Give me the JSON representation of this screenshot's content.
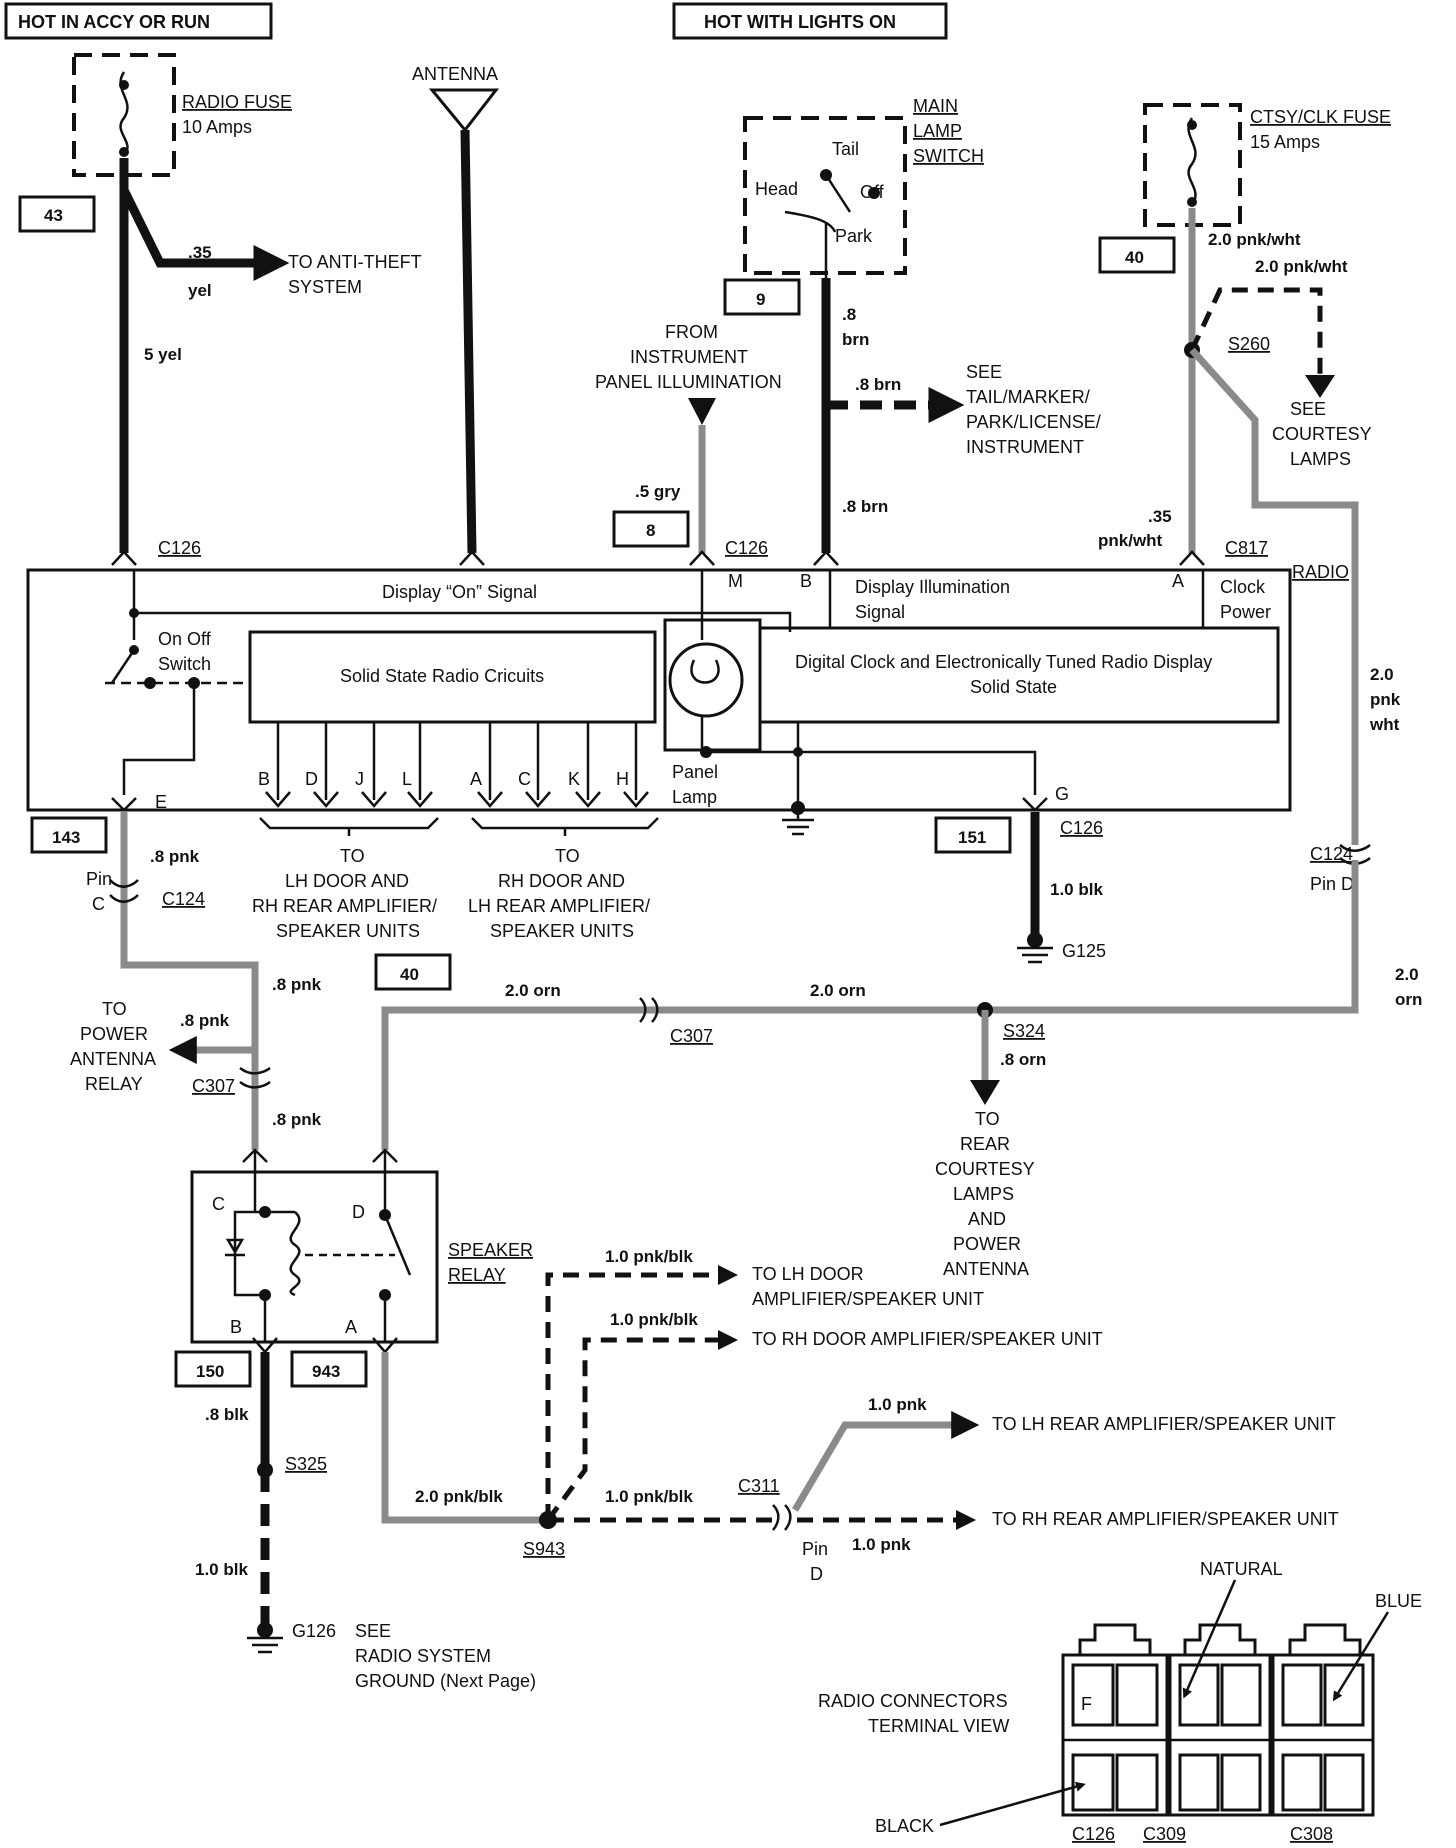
{
  "headers": {
    "hot_accy_run": "HOT IN ACCY OR RUN",
    "hot_lights_on": "HOT WITH LIGHTS ON"
  },
  "radio_fuse": {
    "name": "RADIO FUSE",
    "rating": "10 Amps"
  },
  "ctsy_fuse": {
    "name": "CTSY/CLK FUSE",
    "rating": "15 Amps"
  },
  "main_lamp_switch": {
    "line1": "MAIN",
    "line2": "LAMP",
    "line3": "SWITCH",
    "tail": "Tail",
    "head": "Head",
    "off": "Off",
    "park": "Park"
  },
  "antenna": "ANTENNA",
  "radio_label": "RADIO",
  "boxes": {
    "b43": "43",
    "b40a": "40",
    "b9": "9",
    "b8": "8",
    "b143": "143",
    "b151": "151",
    "b40b": "40",
    "b150": "150",
    "b943": "943"
  },
  "wires": {
    "w35yel_gauge": ".35",
    "w35yel_color": "yel",
    "w5yel": "5 yel",
    "w8brn_a_gauge": ".8",
    "w8brn_a_color": "brn",
    "w8brn_b": ".8 brn",
    "w8brn_c": ".8 brn",
    "w5gry": ".5 gry",
    "w20pnkwht_a": "2.0 pnk/wht",
    "w20pnkwht_b": "2.0 pnk/wht",
    "w35pnkwht_gauge": ".35",
    "w35pnkwht_color": "pnk/wht",
    "w20pnkwht_c1": "2.0",
    "w20pnkwht_c2": "pnk",
    "w20pnkwht_c3": "wht",
    "w8pnk_a": ".8 pnk",
    "w10blk_a": "1.0 blk",
    "w8pnk_b": ".8 pnk",
    "w8pnk_c": ".8 pnk",
    "w8pnk_d": ".8 pnk",
    "w20orn_a": "2.0 orn",
    "w20orn_b": "2.0 orn",
    "w20orn_c1": "2.0",
    "w20orn_c2": "orn",
    "w8orn": ".8 orn",
    "w10pnkblk_a": "1.0 pnk/blk",
    "w10pnkblk_b": "1.0 pnk/blk",
    "w10pnk_a": "1.0 pnk",
    "w10pnk_b": "1.0 pnk",
    "w20pnkblk": "2.0 pnk/blk",
    "w10pnkblk_c": "1.0 pnk/blk",
    "w8blk": ".8 blk",
    "w10blk_b": "1.0 blk"
  },
  "connectors": {
    "c126_a": "C126",
    "c126_b": "C126",
    "c126_c": "C126",
    "c817": "C817",
    "c124_a": "C124",
    "c124_b": "C124",
    "c307_a": "C307",
    "c307_b": "C307",
    "c311": "C311",
    "s260": "S260",
    "s324": "S324",
    "s325": "S325",
    "s943": "S943",
    "g125": "G125",
    "g126": "G126",
    "pin_c1": "Pin",
    "pin_c2": "C",
    "pin_d_a": "Pin D",
    "pin_d_b1": "Pin",
    "pin_d_b2": "D"
  },
  "destinations": {
    "anti_theft1": "TO ANTI-THEFT",
    "anti_theft2": "SYSTEM",
    "from_ip1": "FROM",
    "from_ip2": "INSTRUMENT",
    "from_ip3": "PANEL ILLUMINATION",
    "see_tail1": "SEE",
    "see_tail2": "TAIL/MARKER/",
    "see_tail3": "PARK/LICENSE/",
    "see_tail4": "INSTRUMENT",
    "see_courtesy1": "SEE",
    "see_courtesy2": "COURTESY",
    "see_courtesy3": "LAMPS",
    "lh_door1": "TO",
    "lh_door2": "LH DOOR AND",
    "lh_door3": "RH REAR AMPLIFIER/",
    "lh_door4": "SPEAKER UNITS",
    "rh_door1": "TO",
    "rh_door2": "RH DOOR AND",
    "rh_door3": "LH REAR AMPLIFIER/",
    "rh_door4": "SPEAKER UNITS",
    "power_ant1": "TO",
    "power_ant2": "POWER",
    "power_ant3": "ANTENNA",
    "power_ant4": "RELAY",
    "rear_courtesy1": "TO",
    "rear_courtesy2": "REAR",
    "rear_courtesy3": "COURTESY",
    "rear_courtesy4": "LAMPS",
    "rear_courtesy5": "AND",
    "rear_courtesy6": "POWER",
    "rear_courtesy7": "ANTENNA",
    "to_lh_door1": "TO LH DOOR",
    "to_lh_door2": "AMPLIFIER/SPEAKER UNIT",
    "to_rh_door": "TO RH DOOR AMPLIFIER/SPEAKER UNIT",
    "to_lh_rear": "TO LH REAR AMPLIFIER/SPEAKER UNIT",
    "to_rh_rear": "TO RH REAR AMPLIFIER/SPEAKER UNIT",
    "ground_see1": "SEE",
    "ground_see2": "RADIO SYSTEM",
    "ground_see3": "GROUND (Next Page)"
  },
  "radio_internal": {
    "display_on": "Display “On” Signal",
    "on_off1": "On Off",
    "on_off2": "Switch",
    "solid_state": "Solid State Radio Cricuits",
    "digital1": "Digital Clock and Electronically Tuned Radio Display",
    "digital2": "Solid State",
    "display_illum1": "Display Illumination",
    "display_illum2": "Signal",
    "clock1": "Clock",
    "clock2": "Power",
    "panel_lamp1": "Panel",
    "panel_lamp2": "Lamp",
    "pin_m": "M",
    "pin_b": "B",
    "pin_a": "A",
    "pin_e": "E",
    "pin_g": "G",
    "pins_left": [
      "B",
      "D",
      "J",
      "L"
    ],
    "pins_right": [
      "A",
      "C",
      "K",
      "H"
    ]
  },
  "speaker_relay": {
    "line1": "SPEAKER",
    "line2": "RELAY",
    "c": "C",
    "d": "D",
    "b": "B",
    "a": "A"
  },
  "connector_view": {
    "title1": "RADIO CONNECTORS",
    "title2": "TERMINAL VIEW",
    "natural": "NATURAL",
    "blue": "BLUE",
    "black": "BLACK",
    "f": "F",
    "c126": "C126",
    "c309": "C309",
    "c308": "C308"
  }
}
